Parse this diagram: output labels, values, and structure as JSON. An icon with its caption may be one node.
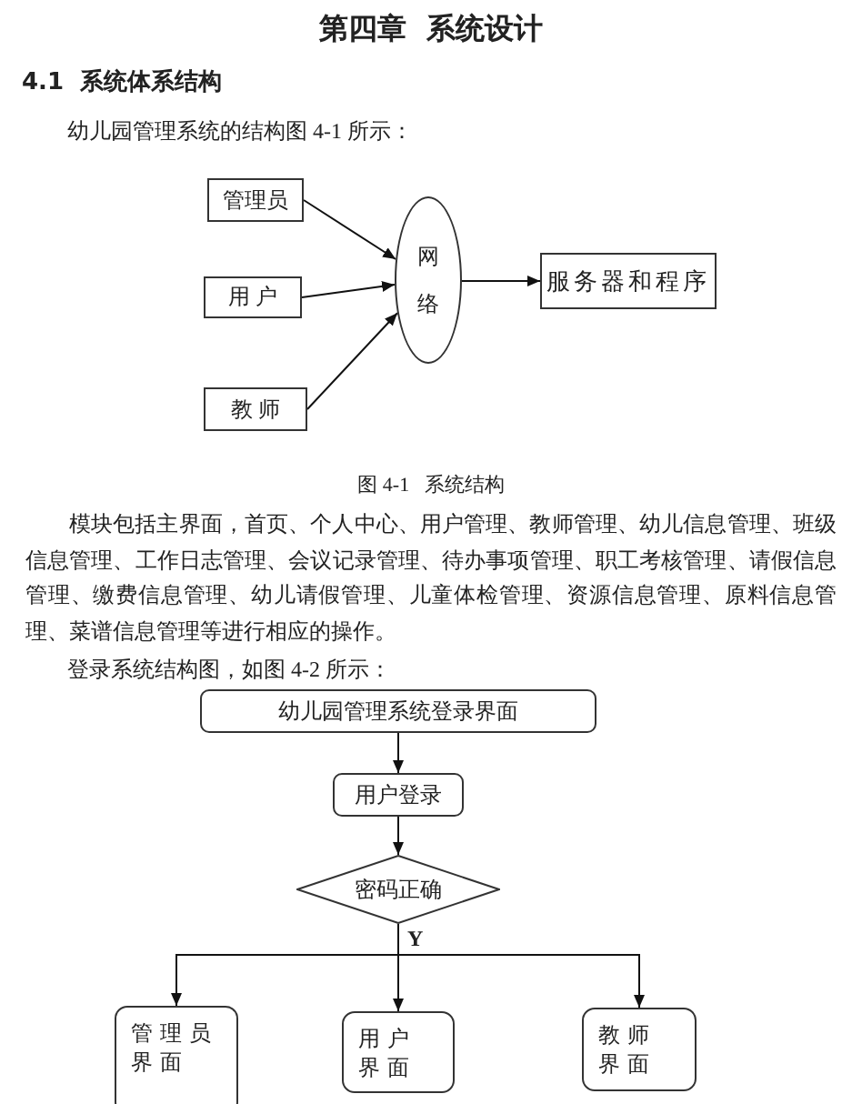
{
  "diagram": {
    "title": "第四章  系统设计",
    "nodes": [
      {
        "text": [
          "管理员"
        ]
      },
      {
        "text": [
          "用 户"
        ]
      },
      {
        "text": [
          "教 师"
        ]
      },
      {
        "text": [
          "网络"
        ]
      },
      {
        "text": [
          "服务器和程序"
        ]
      },
      {
        "text": [
          "幼儿园管理系统登录界面"
        ]
      },
      {
        "text": [
          "用户登录"
        ]
      },
      {
        "text": [
          "密码正确"
        ]
      },
      {
        "text": [
          "管理员界面"
        ]
      },
      {
        "text": [
          "用户界面"
        ]
      },
      {
        "text": [
          "教师界面"
        ]
      }
    ],
    "edges": [
      {
        "from": 0,
        "to": 3,
        "arrow": "to"
      },
      {
        "from": 1,
        "to": 3,
        "arrow": "to"
      },
      {
        "from": 2,
        "to": 3,
        "arrow": "to"
      },
      {
        "from": 3,
        "to": 4,
        "arrow": "to"
      },
      {
        "from": 5,
        "to": 6,
        "arrow": "to"
      },
      {
        "from": 6,
        "to": 7,
        "arrow": "to"
      },
      {
        "from": 7,
        "to": 8,
        "arrow": "to"
      },
      {
        "from": 7,
        "to": 9,
        "arrow": "to",
        "label": "Y"
      },
      {
        "from": 7,
        "to": 10,
        "arrow": "to"
      }
    ],
    "labels": [
      "4.1  系统体系结构",
      "幼儿园管理系统的结构图 4-1 所示：",
      "图 4-1   系统结构",
      "模块包括主界面，首页、个人中心、用户管理、教师管理、幼儿信息管理、班级信息管理、工作日志管理、会议记录管理、待办事项管理、职工考核管理、请假信息管理、缴费信息管理、幼儿请假管理、儿童体检管理、资源信息管理、原料信息管理、菜谱信息管理等进行相应的操作。",
      "登录系统结构图，如图 4-2 所示："
    ]
  }
}
